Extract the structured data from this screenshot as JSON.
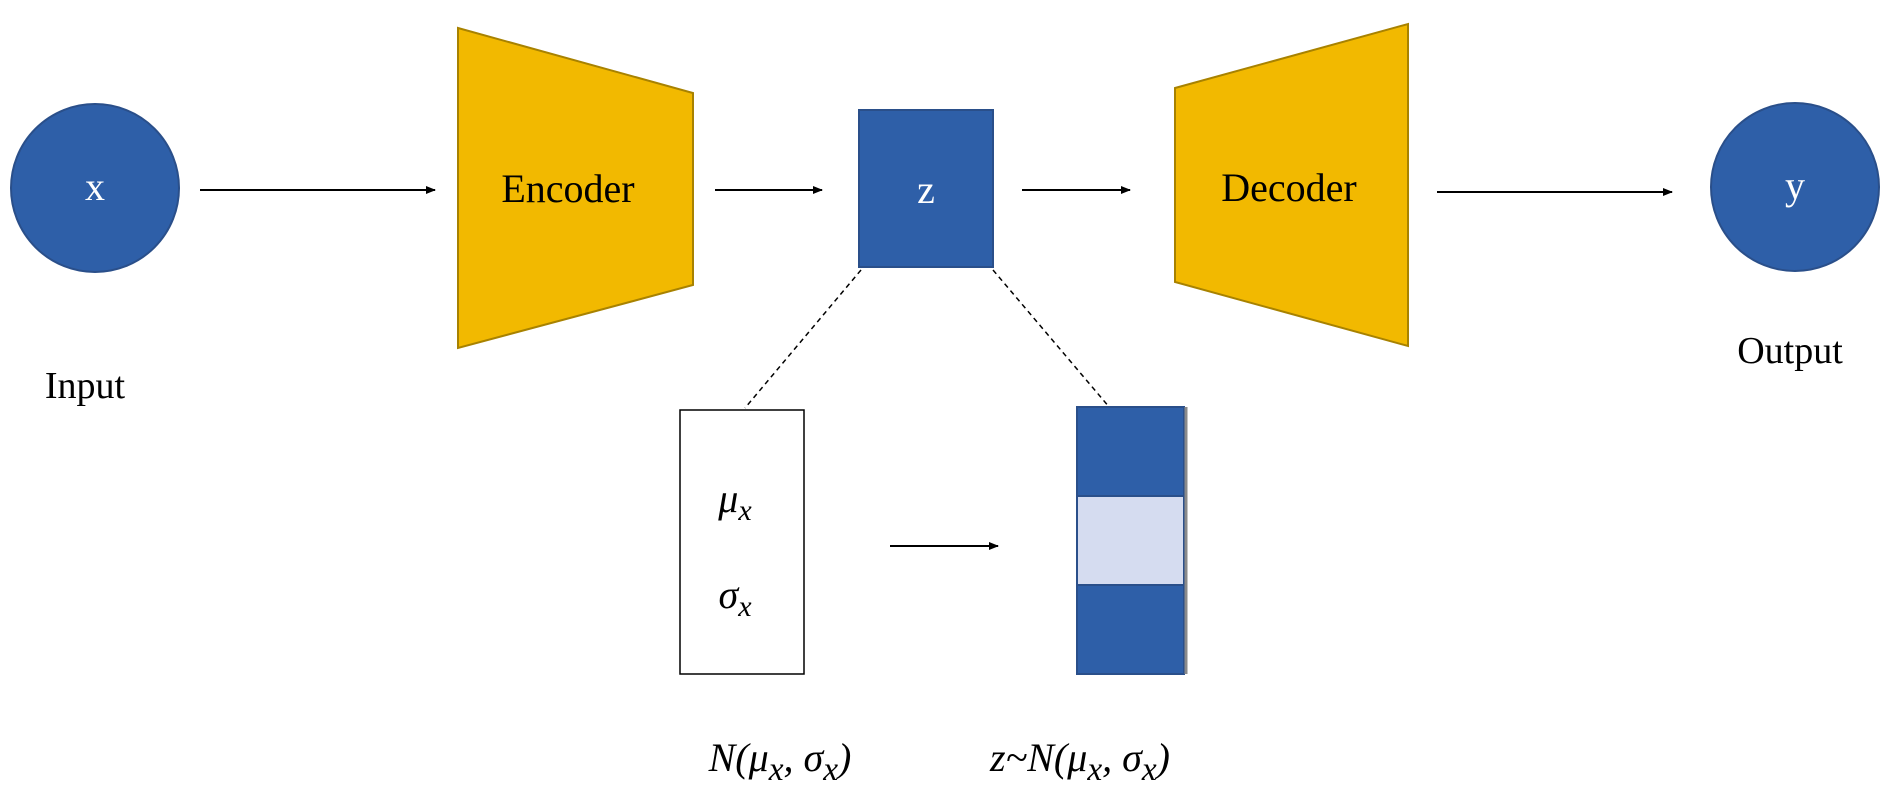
{
  "colors": {
    "node_blue": "#2e5fa8",
    "node_blue_stroke": "#2a4f8a",
    "coder_gold": "#f2b900",
    "coder_stroke": "#a88200",
    "sample_light": "#d5dcf0",
    "line": "#000000"
  },
  "input": {
    "symbol": "x",
    "caption": "Input"
  },
  "encoder": {
    "label": "Encoder"
  },
  "latent": {
    "symbol": "z"
  },
  "decoder": {
    "label": "Decoder"
  },
  "output": {
    "symbol": "y",
    "caption": "Output"
  },
  "distribution": {
    "mu": "μ",
    "sigma": "σ",
    "subscript": "x",
    "caption": "N(μ<sub>x</sub>, σ<sub>x</sub>)"
  },
  "sample": {
    "caption": "z~N(μ<sub>x</sub>, σ<sub>x</sub>)"
  }
}
